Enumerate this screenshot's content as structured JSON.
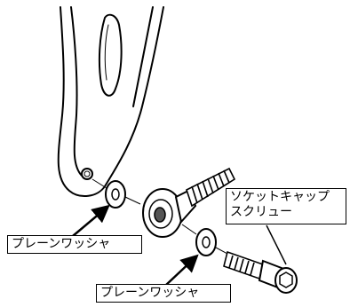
{
  "labels": {
    "washer_upper": "プレーンワッシャ",
    "washer_lower": "プレーンワッシャ",
    "screw_line1": "ソケットキャップ",
    "screw_line2": "スクリュー"
  },
  "colors": {
    "ink": "#000000",
    "paper": "#ffffff"
  }
}
